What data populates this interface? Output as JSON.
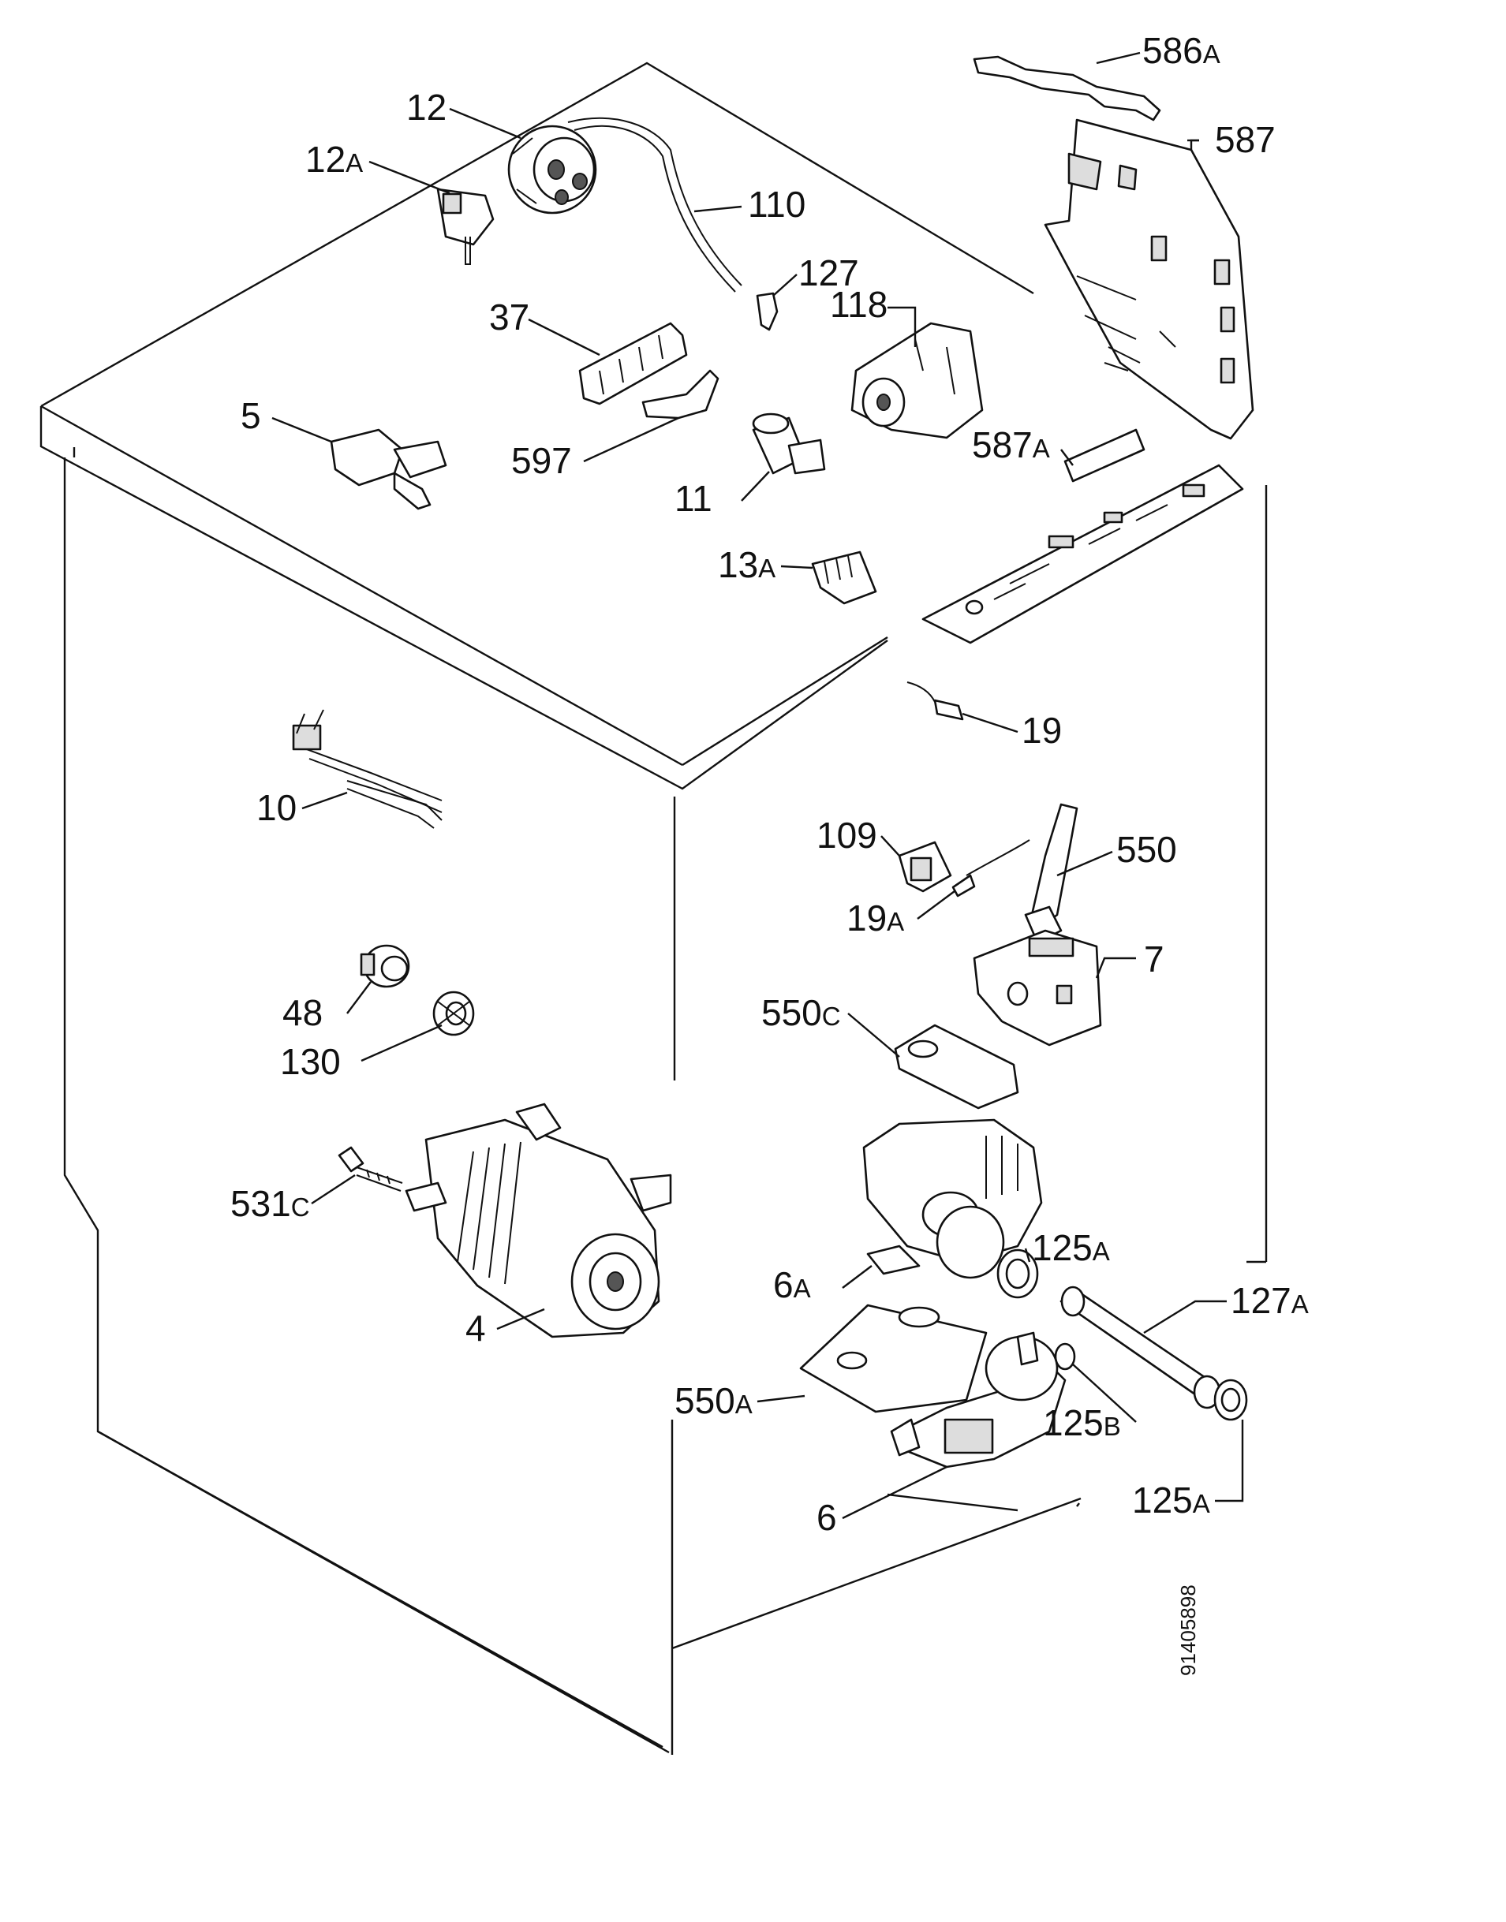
{
  "diagram": {
    "reference_code": "91405898",
    "parts": [
      {
        "id": "p586a",
        "number": "586",
        "suffix": "A"
      },
      {
        "id": "p587",
        "number": "587",
        "suffix": ""
      },
      {
        "id": "p12",
        "number": "12",
        "suffix": ""
      },
      {
        "id": "p12a",
        "number": "12",
        "suffix": "A"
      },
      {
        "id": "p110",
        "number": "110",
        "suffix": ""
      },
      {
        "id": "p127",
        "number": "127",
        "suffix": ""
      },
      {
        "id": "p118",
        "number": "118",
        "suffix": ""
      },
      {
        "id": "p37",
        "number": "37",
        "suffix": ""
      },
      {
        "id": "p5",
        "number": "5",
        "suffix": ""
      },
      {
        "id": "p597",
        "number": "597",
        "suffix": ""
      },
      {
        "id": "p587a",
        "number": "587",
        "suffix": "A"
      },
      {
        "id": "p11",
        "number": "11",
        "suffix": ""
      },
      {
        "id": "p13a",
        "number": "13",
        "suffix": "A"
      },
      {
        "id": "p19",
        "number": "19",
        "suffix": ""
      },
      {
        "id": "p10",
        "number": "10",
        "suffix": ""
      },
      {
        "id": "p109",
        "number": "109",
        "suffix": ""
      },
      {
        "id": "p550",
        "number": "550",
        "suffix": ""
      },
      {
        "id": "p19a",
        "number": "19",
        "suffix": "A"
      },
      {
        "id": "p7",
        "number": "7",
        "suffix": ""
      },
      {
        "id": "p48",
        "number": "48",
        "suffix": ""
      },
      {
        "id": "p550c",
        "number": "550",
        "suffix": "C"
      },
      {
        "id": "p130",
        "number": "130",
        "suffix": ""
      },
      {
        "id": "p531c",
        "number": "531",
        "suffix": "C"
      },
      {
        "id": "p125a1",
        "number": "125",
        "suffix": "A"
      },
      {
        "id": "p6a",
        "number": "6",
        "suffix": "A"
      },
      {
        "id": "p127a",
        "number": "127",
        "suffix": "A"
      },
      {
        "id": "p4",
        "number": "4",
        "suffix": ""
      },
      {
        "id": "p550a",
        "number": "550",
        "suffix": "A"
      },
      {
        "id": "p125b",
        "number": "125",
        "suffix": "B"
      },
      {
        "id": "p125a2",
        "number": "125",
        "suffix": "A"
      },
      {
        "id": "p6",
        "number": "6",
        "suffix": ""
      }
    ]
  }
}
